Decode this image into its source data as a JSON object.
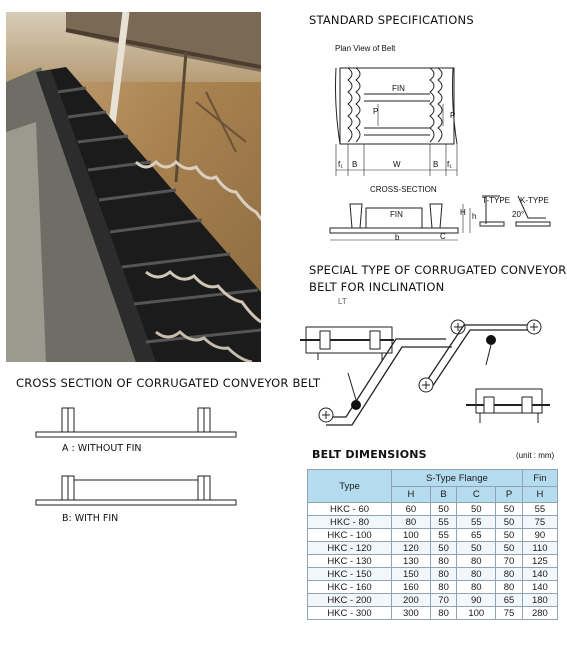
{
  "std_spec": {
    "title": "STANDARD SPECIFICATIONS",
    "plan_view": "Plan View of Belt",
    "fin": "FIN",
    "cross_section": "CROSS-SECTION",
    "fin_label2": "FIN",
    "t_type": "T-TYPE",
    "k_type": "K-TYPE",
    "angle": "20°",
    "dims": {
      "p": "P",
      "f1": "f₁",
      "b_left": "B",
      "w": "W",
      "b_right": "B",
      "f2": "f₁",
      "h": "H",
      "h2": "h",
      "c": "C",
      "b": "b",
      "p_right": "P"
    }
  },
  "special": {
    "line1": "SPECIAL TYPE OF CORRUGATED CONVEYOR",
    "line2": "BELT FOR INCLINATION",
    "mark": "LT"
  },
  "cross_section": {
    "title": "CROSS SECTION OF CORRUGATED CONVEYOR BELT",
    "a_label": "A : WITHOUT FIN",
    "b_label": "B: WITH FIN"
  },
  "belt_dims": {
    "title": "BELT DIMENSIONS",
    "unit": "(unit : mm)",
    "col_type": "Type",
    "group_flange": "S-Type Flange",
    "group_fin": "Fin",
    "sub": [
      "H",
      "B",
      "C",
      "P",
      "H"
    ],
    "rows": [
      {
        "type": "HKC - 60",
        "v": [
          "60",
          "50",
          "50",
          "50",
          "55"
        ]
      },
      {
        "type": "HKC - 80",
        "v": [
          "80",
          "55",
          "55",
          "50",
          "75"
        ]
      },
      {
        "type": "HKC - 100",
        "v": [
          "100",
          "55",
          "65",
          "50",
          "90"
        ]
      },
      {
        "type": "HKC - 120",
        "v": [
          "120",
          "50",
          "50",
          "50",
          "110"
        ]
      },
      {
        "type": "HKC - 130",
        "v": [
          "130",
          "80",
          "80",
          "70",
          "125"
        ]
      },
      {
        "type": "HKC - 150",
        "v": [
          "150",
          "80",
          "80",
          "80",
          "140"
        ]
      },
      {
        "type": "HKC - 160",
        "v": [
          "160",
          "80",
          "80",
          "80",
          "140"
        ]
      },
      {
        "type": "HKC - 200",
        "v": [
          "200",
          "70",
          "90",
          "65",
          "180"
        ]
      },
      {
        "type": "HKC - 300",
        "v": [
          "300",
          "80",
          "100",
          "75",
          "280"
        ]
      }
    ]
  },
  "colors": {
    "header_bg": "#b4dcee",
    "belt_dark": "#1b1b1b",
    "rock": "#b08a58"
  }
}
